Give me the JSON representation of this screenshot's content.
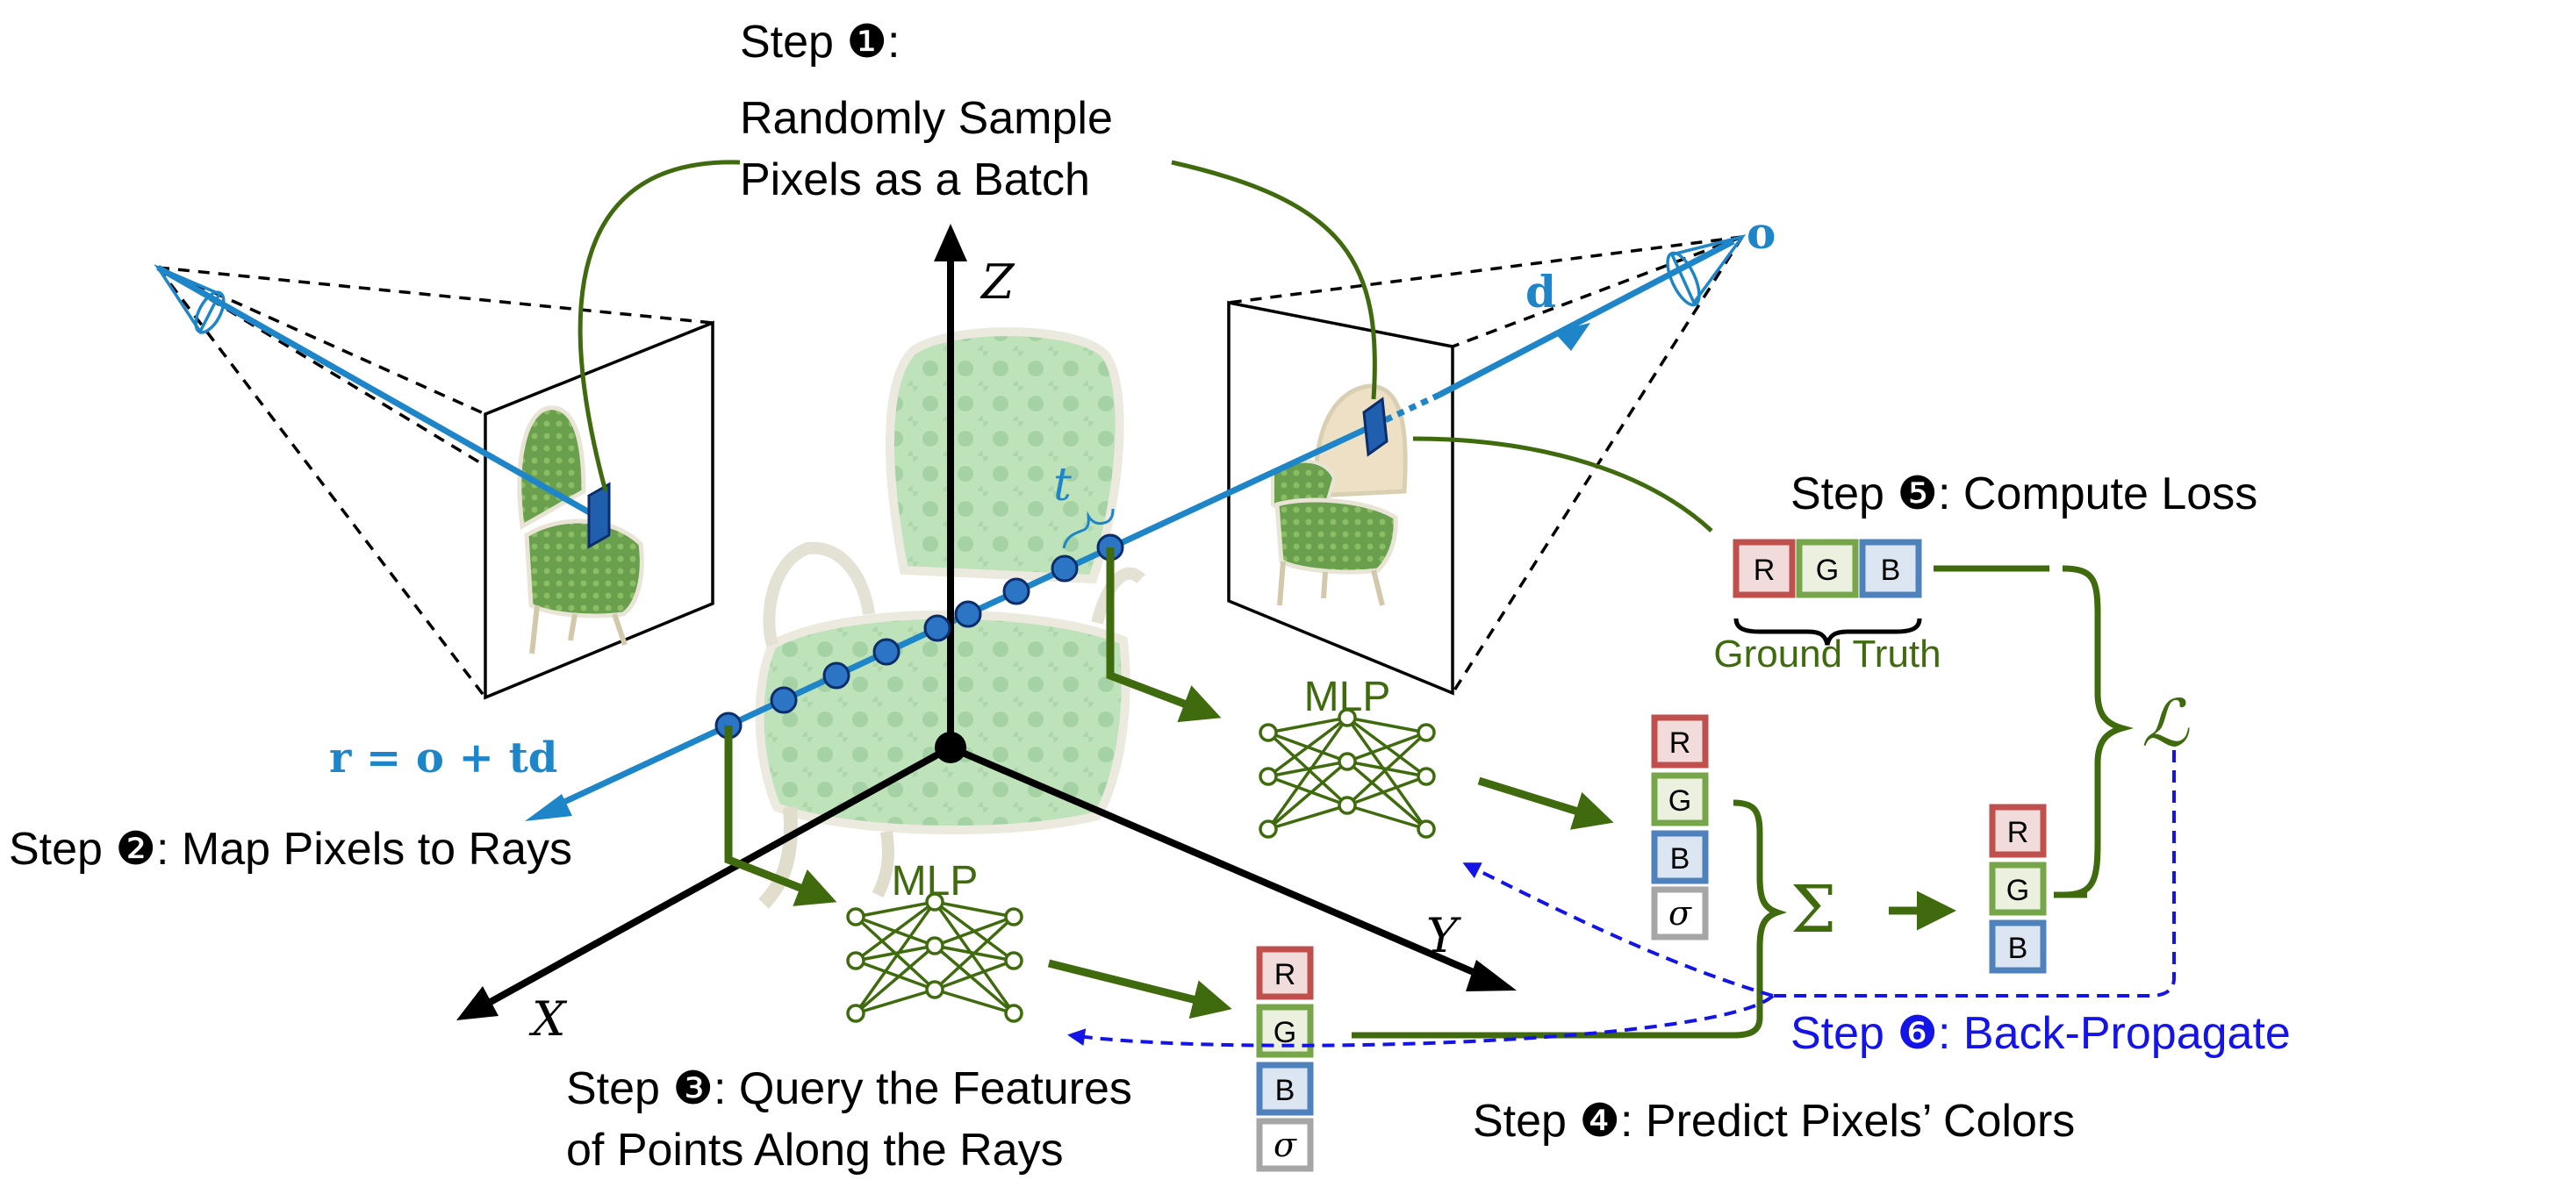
{
  "steps": {
    "step1_title": "Step ❶:",
    "step1_line1": "Randomly Sample",
    "step1_line2": "Pixels as a Batch",
    "step2": "Step ❷:  Map Pixels to Rays",
    "step3_line1": "Step ❸: Query the Features",
    "step3_line2": "of Points Along the Rays",
    "step4": "Step ❹: Predict Pixels’ Colors",
    "step5": "Step ❺: Compute Loss",
    "step6": "Step ❻: Back-Propagate"
  },
  "math": {
    "ray_eq": "r = o + td",
    "origin": "o",
    "direction": "d",
    "t": "t",
    "sigma": "σ",
    "sum": "Σ",
    "loss": "ℒ"
  },
  "axes": {
    "x": "X",
    "y": "Y",
    "z": "Z"
  },
  "labels": {
    "mlp_top": "MLP",
    "mlp_bottom": "MLP",
    "ground_truth": "Ground Truth"
  },
  "channels": {
    "r": "R",
    "g": "G",
    "b": "B"
  },
  "colors": {
    "ray_blue": "#1e86c8",
    "green": "#3f6b0e",
    "backprop_blue": "#1414e6",
    "r_border": "#c0504d",
    "r_fill": "#f2dcdb",
    "g_border": "#77a64a",
    "g_fill": "#ebf1de",
    "b_border": "#4f81bd",
    "b_fill": "#dce6f2",
    "sigma_border": "#a6a6a6"
  }
}
